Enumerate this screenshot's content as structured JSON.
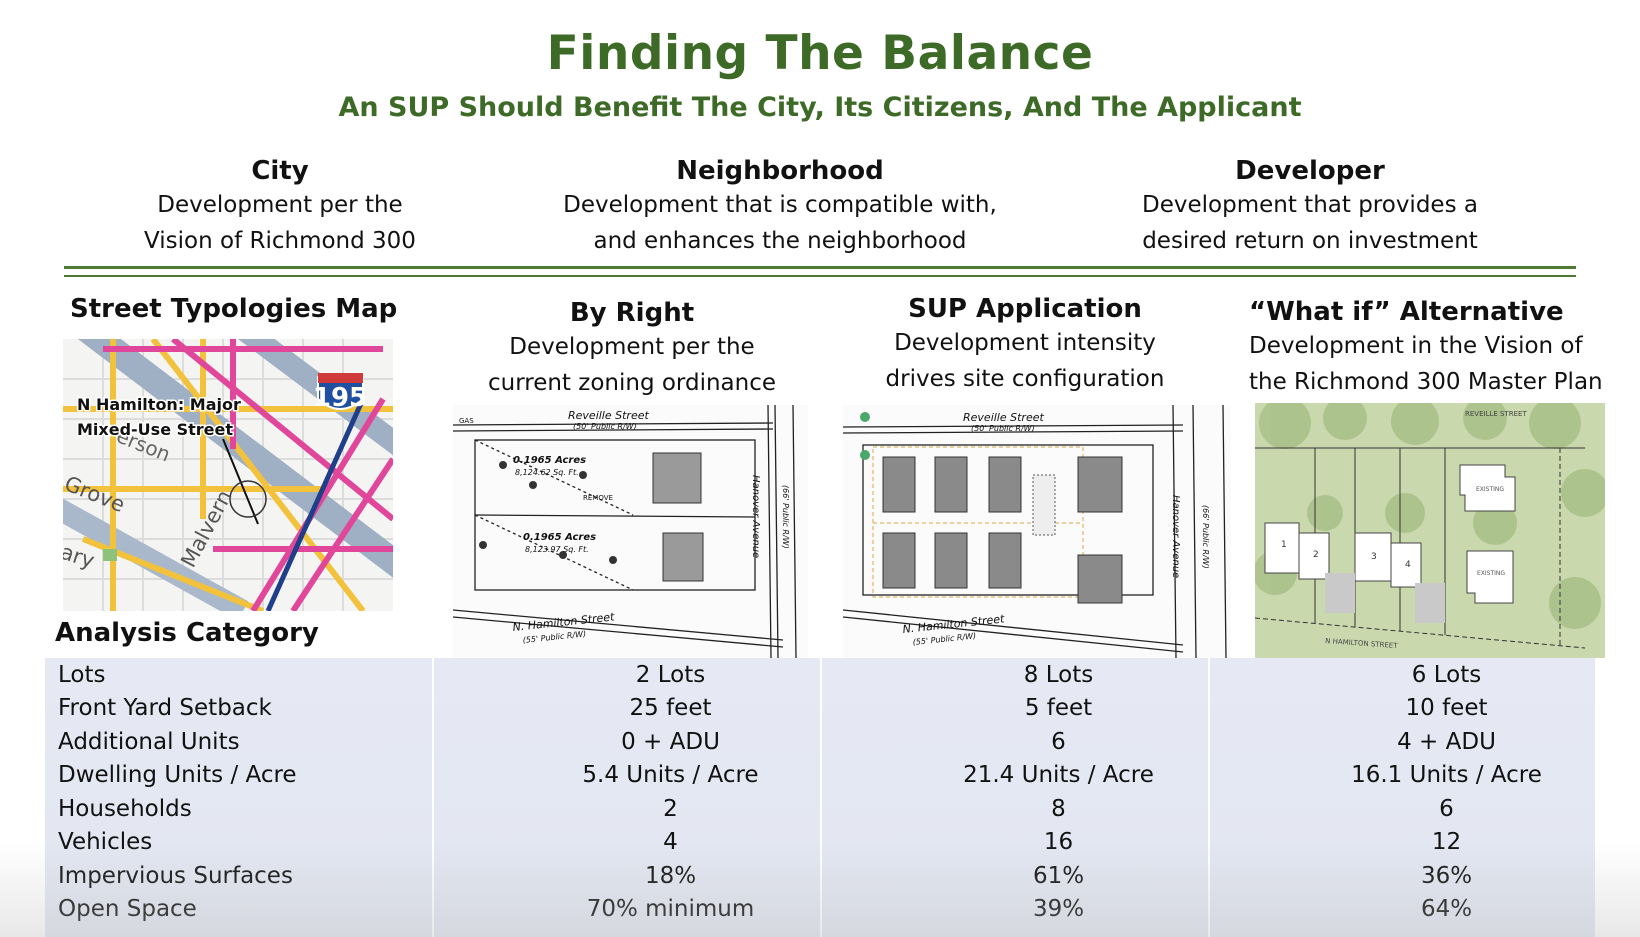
{
  "header": {
    "title": "Finding The Balance",
    "subtitle": "An SUP Should Benefit The City, Its Citizens, And The Applicant"
  },
  "goals": [
    {
      "heading": "City",
      "line1": "Development per the",
      "line2": "Vision of Richmond 300"
    },
    {
      "heading": "Neighborhood",
      "line1": "Development that is compatible with,",
      "line2": "and enhances the neighborhood"
    },
    {
      "heading": "Developer",
      "line1": "Development that provides a",
      "line2": "desired return on investment"
    }
  ],
  "columns": {
    "map": {
      "heading": "Street Typologies Map"
    },
    "by_right": {
      "heading": "By Right",
      "line1": "Development per the",
      "line2": "current zoning ordinance"
    },
    "sup": {
      "heading": "SUP Application",
      "line1": "Development intensity",
      "line2": "drives site configuration"
    },
    "what_if": {
      "heading": "“What if” Alternative",
      "line1": "Development in the Vision of",
      "line2": "the Richmond 300 Master Plan"
    }
  },
  "map_labels": {
    "callout_line1": "N Hamilton:  Major",
    "callout_line2": "Mixed-Use Street",
    "interstate": "195",
    "street_grove": "Grove",
    "street_malvern": "Malvern",
    "street_jefferson": "erson",
    "street_ary": "ary"
  },
  "plan_labels": {
    "reveille": "Reveille Street",
    "reveille_rw": "(50' Public R/W)",
    "hamilton": "N. Hamilton Street",
    "hamilton_rw": "(55' Public R/W)",
    "hanover": "Hanover Avenue",
    "hanover_rw": "(66' Public R/W)",
    "acres_1": "0.1965 Acres",
    "sqft_1": "8,124.62 Sq. Ft.",
    "acres_2": "0.1965 Acres",
    "sqft_2": "8,123.97 Sq. Ft.",
    "remove": "REMOVE",
    "gas": "GAS",
    "render_reveille": "REVEILLE STREET",
    "render_hamilton": "N HAMILTON STREET",
    "render_existing_1": "EXISTING",
    "render_existing_2": "EXISTING",
    "lot_nums": [
      "1",
      "2",
      "3",
      "4"
    ]
  },
  "analysis": {
    "label": "Analysis Category",
    "rows": [
      {
        "category": "Lots",
        "by_right": "2 Lots",
        "sup": "8 Lots",
        "what_if": "6 Lots"
      },
      {
        "category": "Front Yard Setback",
        "by_right": "25 feet",
        "sup": "5 feet",
        "what_if": "10 feet"
      },
      {
        "category": "Additional Units",
        "by_right": "0 + ADU",
        "sup": "6",
        "what_if": "4 + ADU"
      },
      {
        "category": "Dwelling Units / Acre",
        "by_right": "5.4 Units / Acre",
        "sup": "21.4 Units / Acre",
        "what_if": "16.1 Units / Acre"
      },
      {
        "category": "Households",
        "by_right": "2",
        "sup": "8",
        "what_if": "6"
      },
      {
        "category": "Vehicles",
        "by_right": "4",
        "sup": "16",
        "what_if": "12"
      },
      {
        "category": "Impervious Surfaces",
        "by_right": "18%",
        "sup": "61%",
        "what_if": "36%"
      },
      {
        "category": "Open Space",
        "by_right": "70% minimum",
        "sup": "39%",
        "what_if": "64%"
      }
    ]
  },
  "colors": {
    "accent_green": "#3d6b27",
    "table_bg": "#e4e8f2"
  }
}
